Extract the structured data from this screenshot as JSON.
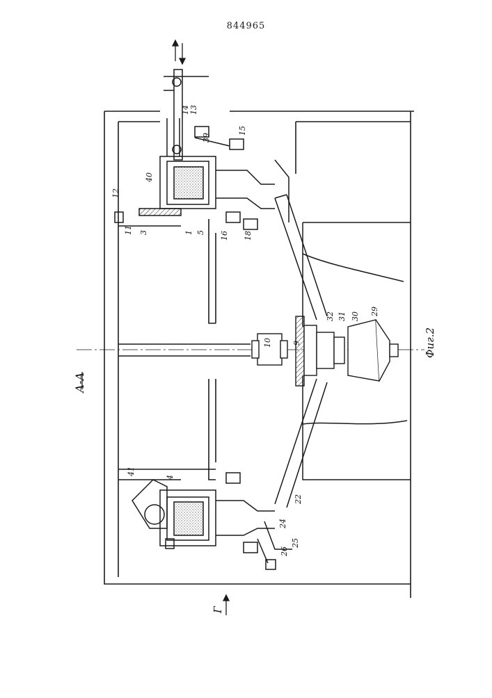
{
  "document_number": "844965",
  "section_label": "А-А",
  "view_arrow_label": "Г",
  "figure_caption": "Фиг.2",
  "part_labels": [
    "1",
    "3",
    "4",
    "5",
    "9",
    "10",
    "11",
    "12",
    "13",
    "14",
    "15",
    "16",
    "18",
    "22",
    "24",
    "25",
    "26",
    "29",
    "30",
    "31",
    "32",
    "39",
    "40",
    "41"
  ],
  "colors": {
    "ink": "#1a1a1a",
    "paper": "#ffffff",
    "hatch": "#333333"
  }
}
